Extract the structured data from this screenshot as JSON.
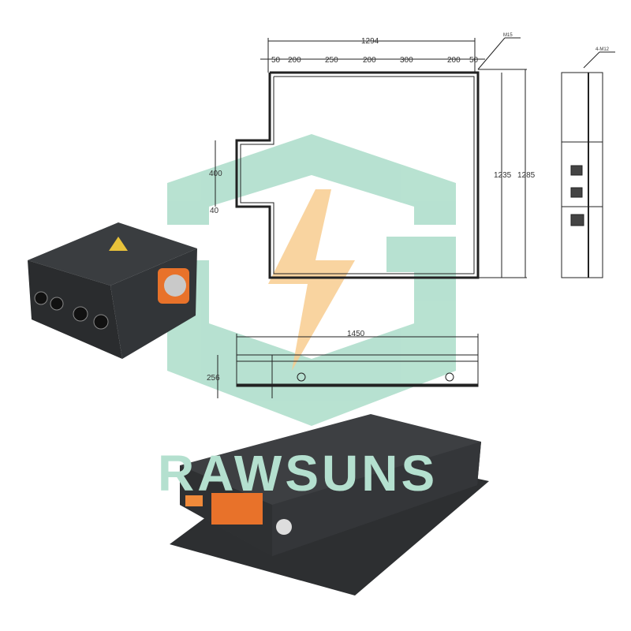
{
  "brand": {
    "watermark": "RAWSUNS",
    "watermark_color": "#b4e0cf",
    "bolt_color": "#f7c98a"
  },
  "top_view": {
    "overall_width": "1294",
    "segments": [
      "50",
      "200",
      "250",
      "200",
      "300",
      "200",
      "50"
    ],
    "step_height": "400",
    "step_offset": "40",
    "inner_height": "1235",
    "outer_height": "1285",
    "callout": "M15"
  },
  "side_view": {
    "callout": "4-M12"
  },
  "front_view": {
    "length": "1450",
    "height": "256"
  }
}
